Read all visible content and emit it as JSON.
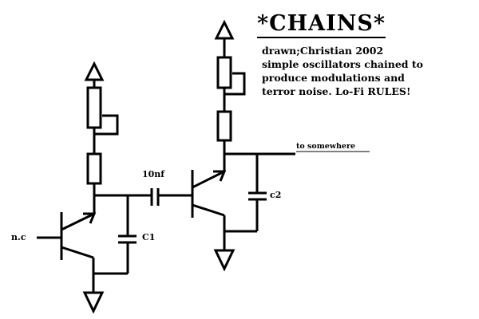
{
  "title": "*CHAINS*",
  "notes": [
    "drawn;Christian 2002",
    "simple oscillators chained to",
    "produce modulations and",
    "terror noise. Lo-Fi RULES!"
  ],
  "labels": {
    "nc": "n.c",
    "c1": "C1",
    "cap_coupling": "10nf",
    "c2": "c2",
    "output": "to somewhere"
  },
  "colors": {
    "ink": "#000000",
    "background": "#ffffff"
  }
}
